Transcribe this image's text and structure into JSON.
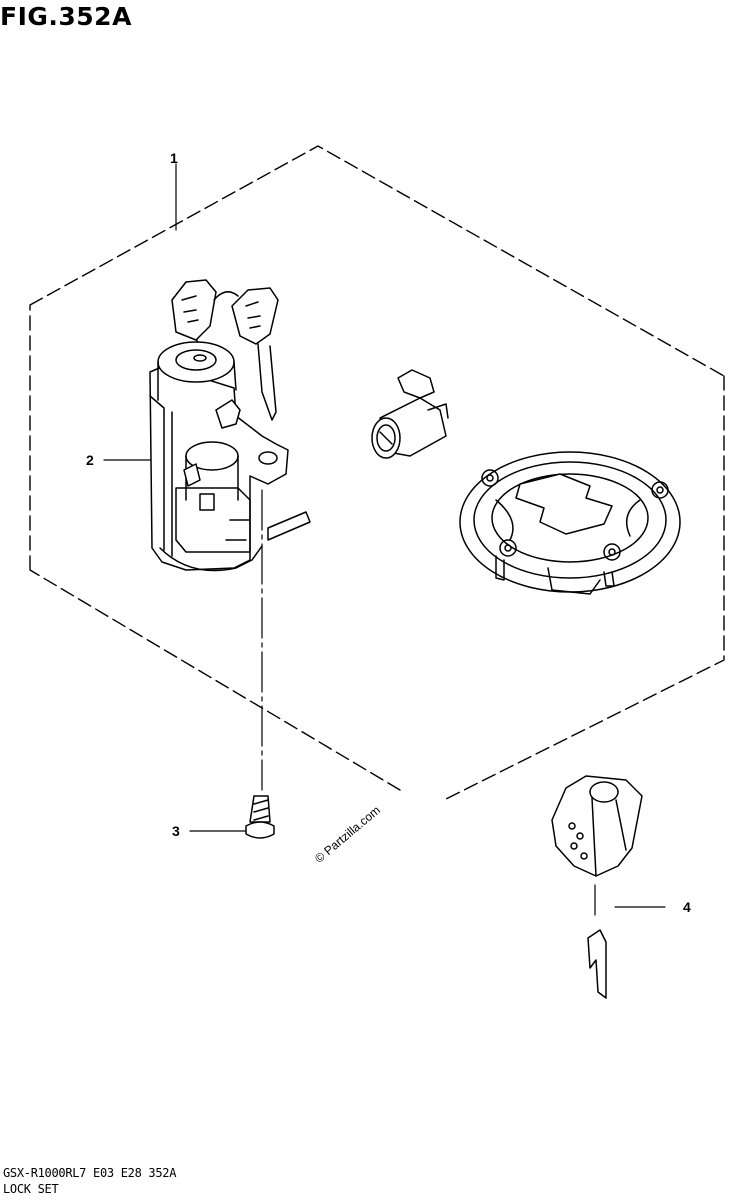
{
  "figure": {
    "title": "FIG.352A"
  },
  "callouts": [
    "1",
    "2",
    "3",
    "4"
  ],
  "watermark": "© Partzilla.com",
  "footer": {
    "code": "GSX-R1000RL7  E03  E28  352A",
    "name": "LOCK SET"
  }
}
